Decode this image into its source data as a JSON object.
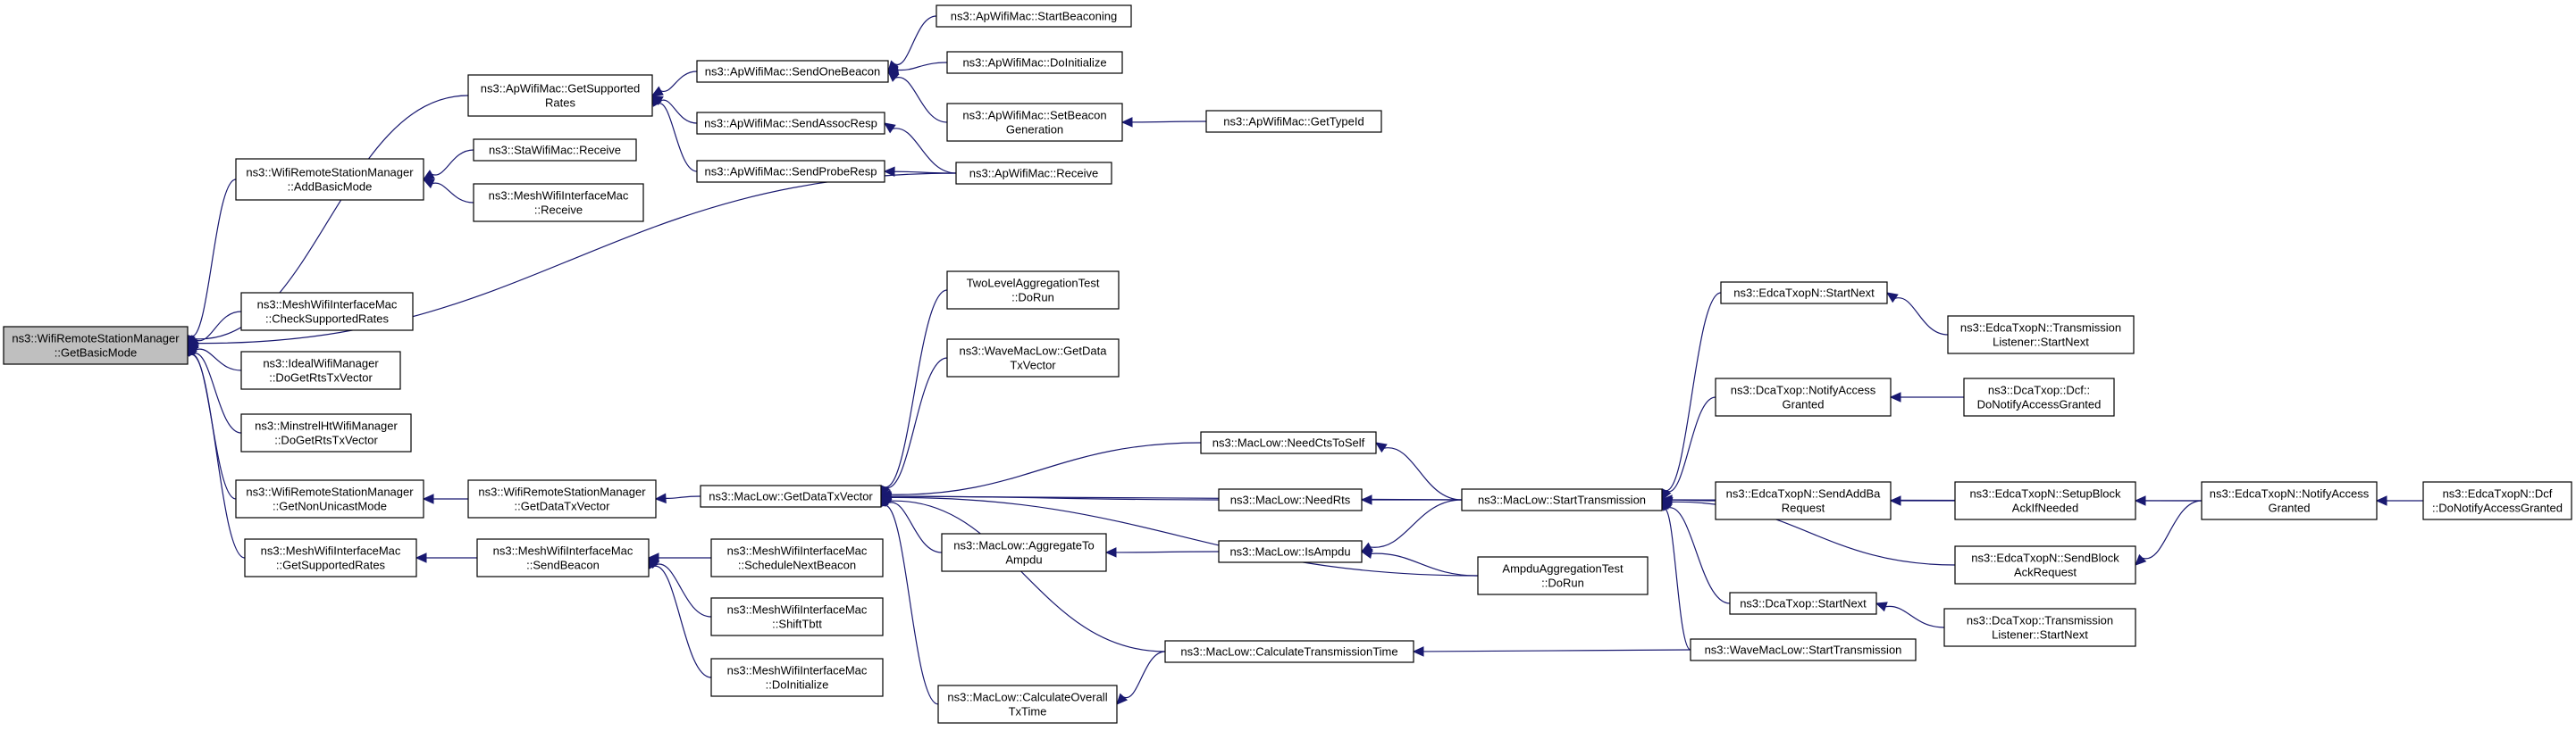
{
  "nodes": [
    {
      "id": "root",
      "lines": [
        "ns3::WifiRemoteStationManager",
        "::GetBasicMode"
      ],
      "root": true
    },
    {
      "id": "ap_getsup",
      "lines": [
        "ns3::ApWifiMac::GetSupported",
        "Rates"
      ]
    },
    {
      "id": "wrsm_addbasic",
      "lines": [
        "ns3::WifiRemoteStationManager",
        "::AddBasicMode"
      ]
    },
    {
      "id": "mesh_checksup",
      "lines": [
        "ns3::MeshWifiInterfaceMac",
        "::CheckSupportedRates"
      ]
    },
    {
      "id": "ideal_dogetrts",
      "lines": [
        "ns3::IdealWifiManager",
        "::DoGetRtsTxVector"
      ]
    },
    {
      "id": "minstrel_dogetrts",
      "lines": [
        "ns3::MinstrelHtWifiManager",
        "::DoGetRtsTxVector"
      ]
    },
    {
      "id": "wrsm_getnonuni",
      "lines": [
        "ns3::WifiRemoteStationManager",
        "::GetNonUnicastMode"
      ]
    },
    {
      "id": "mesh_getsup",
      "lines": [
        "ns3::MeshWifiInterfaceMac",
        "::GetSupportedRates"
      ]
    },
    {
      "id": "ap_sendonebeacon",
      "lines": [
        "ns3::ApWifiMac::SendOneBeacon"
      ]
    },
    {
      "id": "ap_sendassoc",
      "lines": [
        "ns3::ApWifiMac::SendAssocResp"
      ]
    },
    {
      "id": "ap_sendprobe",
      "lines": [
        "ns3::ApWifiMac::SendProbeResp"
      ]
    },
    {
      "id": "ap_startbeacon",
      "lines": [
        "ns3::ApWifiMac::StartBeaconing"
      ]
    },
    {
      "id": "ap_doinit",
      "lines": [
        "ns3::ApWifiMac::DoInitialize"
      ]
    },
    {
      "id": "ap_setbeacongen",
      "lines": [
        "ns3::ApWifiMac::SetBeacon",
        "Generation"
      ]
    },
    {
      "id": "ap_gettypeid",
      "lines": [
        "ns3::ApWifiMac::GetTypeId"
      ]
    },
    {
      "id": "ap_receive",
      "lines": [
        "ns3::ApWifiMac::Receive"
      ]
    },
    {
      "id": "sta_receive",
      "lines": [
        "ns3::StaWifiMac::Receive"
      ]
    },
    {
      "id": "mesh_receive",
      "lines": [
        "ns3::MeshWifiInterfaceMac",
        "::Receive"
      ]
    },
    {
      "id": "wrsm_getdatatx",
      "lines": [
        "ns3::WifiRemoteStationManager",
        "::GetDataTxVector"
      ]
    },
    {
      "id": "mac_getdatatx",
      "lines": [
        "ns3::MacLow::GetDataTxVector"
      ]
    },
    {
      "id": "mesh_sendbeacon",
      "lines": [
        "ns3::MeshWifiInterfaceMac",
        "::SendBeacon"
      ]
    },
    {
      "id": "mesh_schednext",
      "lines": [
        "ns3::MeshWifiInterfaceMac",
        "::ScheduleNextBeacon"
      ]
    },
    {
      "id": "mesh_shifttbtt",
      "lines": [
        "ns3::MeshWifiInterfaceMac",
        "::ShiftTbtt"
      ]
    },
    {
      "id": "mesh_doinit",
      "lines": [
        "ns3::MeshWifiInterfaceMac",
        "::DoInitialize"
      ]
    },
    {
      "id": "twolevel",
      "lines": [
        "TwoLevelAggregationTest",
        "::DoRun"
      ]
    },
    {
      "id": "wave_getdatatx",
      "lines": [
        "ns3::WaveMacLow::GetData",
        "TxVector"
      ]
    },
    {
      "id": "mac_needcts",
      "lines": [
        "ns3::MacLow::NeedCtsToSelf"
      ]
    },
    {
      "id": "mac_needrts",
      "lines": [
        "ns3::MacLow::NeedRts"
      ]
    },
    {
      "id": "mac_aggto",
      "lines": [
        "ns3::MacLow::AggregateTo",
        "Ampdu"
      ]
    },
    {
      "id": "mac_isampdu",
      "lines": [
        "ns3::MacLow::IsAmpdu"
      ]
    },
    {
      "id": "mac_calctx",
      "lines": [
        "ns3::MacLow::CalculateTransmissionTime"
      ]
    },
    {
      "id": "mac_calcoverall",
      "lines": [
        "ns3::MacLow::CalculateOverall",
        "TxTime"
      ]
    },
    {
      "id": "mac_starttx",
      "lines": [
        "ns3::MacLow::StartTransmission"
      ]
    },
    {
      "id": "ampdu_dorun",
      "lines": [
        "AmpduAggregationTest",
        "::DoRun"
      ]
    },
    {
      "id": "wave_starttx",
      "lines": [
        "ns3::WaveMacLow::StartTransmission"
      ]
    },
    {
      "id": "edca_startnext",
      "lines": [
        "ns3::EdcaTxopN::StartNext"
      ]
    },
    {
      "id": "dca_notifyaccess",
      "lines": [
        "ns3::DcaTxop::NotifyAccess",
        "Granted"
      ]
    },
    {
      "id": "edca_sendaddba",
      "lines": [
        "ns3::EdcaTxopN::SendAddBa",
        "Request"
      ]
    },
    {
      "id": "dca_startnext",
      "lines": [
        "ns3::DcaTxop::StartNext"
      ]
    },
    {
      "id": "edca_tl_startnext",
      "lines": [
        "ns3::EdcaTxopN::Transmission",
        "Listener::StartNext"
      ]
    },
    {
      "id": "dca_dcf_donotify",
      "lines": [
        "ns3::DcaTxop::Dcf::",
        "DoNotifyAccessGranted"
      ]
    },
    {
      "id": "edca_setupblock",
      "lines": [
        "ns3::EdcaTxopN::SetupBlock",
        "AckIfNeeded"
      ]
    },
    {
      "id": "edca_sendblockack",
      "lines": [
        "ns3::EdcaTxopN::SendBlock",
        "AckRequest"
      ]
    },
    {
      "id": "dca_tl_startnext",
      "lines": [
        "ns3::DcaTxop::Transmission",
        "Listener::StartNext"
      ]
    },
    {
      "id": "edca_notifyaccess",
      "lines": [
        "ns3::EdcaTxopN::NotifyAccess",
        "Granted"
      ]
    },
    {
      "id": "edca_dcf_donotify",
      "lines": [
        "ns3::EdcaTxopN::Dcf",
        "::DoNotifyAccessGranted"
      ]
    }
  ],
  "edges": [
    {
      "from": "ap_getsup",
      "to": "root"
    },
    {
      "from": "wrsm_addbasic",
      "to": "root"
    },
    {
      "from": "ap_receive",
      "to": "root"
    },
    {
      "from": "mesh_checksup",
      "to": "root"
    },
    {
      "from": "ideal_dogetrts",
      "to": "root"
    },
    {
      "from": "minstrel_dogetrts",
      "to": "root"
    },
    {
      "from": "wrsm_getnonuni",
      "to": "root"
    },
    {
      "from": "mesh_getsup",
      "to": "root"
    },
    {
      "from": "ap_sendonebeacon",
      "to": "ap_getsup"
    },
    {
      "from": "ap_sendassoc",
      "to": "ap_getsup"
    },
    {
      "from": "ap_sendprobe",
      "to": "ap_getsup"
    },
    {
      "from": "ap_startbeacon",
      "to": "ap_sendonebeacon"
    },
    {
      "from": "ap_doinit",
      "to": "ap_sendonebeacon"
    },
    {
      "from": "ap_setbeacongen",
      "to": "ap_sendonebeacon"
    },
    {
      "from": "ap_gettypeid",
      "to": "ap_setbeacongen"
    },
    {
      "from": "ap_receive",
      "to": "ap_sendassoc"
    },
    {
      "from": "ap_receive",
      "to": "ap_sendprobe"
    },
    {
      "from": "sta_receive",
      "to": "wrsm_addbasic"
    },
    {
      "from": "mesh_receive",
      "to": "wrsm_addbasic"
    },
    {
      "from": "wrsm_getdatatx",
      "to": "wrsm_getnonuni"
    },
    {
      "from": "mac_getdatatx",
      "to": "wrsm_getdatatx"
    },
    {
      "from": "mesh_sendbeacon",
      "to": "mesh_getsup"
    },
    {
      "from": "mesh_schednext",
      "to": "mesh_sendbeacon"
    },
    {
      "from": "mesh_shifttbtt",
      "to": "mesh_sendbeacon"
    },
    {
      "from": "mesh_doinit",
      "to": "mesh_sendbeacon"
    },
    {
      "from": "twolevel",
      "to": "mac_getdatatx"
    },
    {
      "from": "wave_getdatatx",
      "to": "mac_getdatatx"
    },
    {
      "from": "mac_needcts",
      "to": "mac_getdatatx"
    },
    {
      "from": "mac_needrts",
      "to": "mac_getdatatx"
    },
    {
      "from": "mac_aggto",
      "to": "mac_getdatatx"
    },
    {
      "from": "mac_starttx",
      "to": "mac_getdatatx"
    },
    {
      "from": "ampdu_dorun",
      "to": "mac_getdatatx"
    },
    {
      "from": "mac_calctx",
      "to": "mac_getdatatx"
    },
    {
      "from": "mac_calcoverall",
      "to": "mac_getdatatx"
    },
    {
      "from": "mac_starttx",
      "to": "mac_needcts"
    },
    {
      "from": "mac_starttx",
      "to": "mac_needrts"
    },
    {
      "from": "mac_isampdu",
      "to": "mac_aggto"
    },
    {
      "from": "mac_starttx",
      "to": "mac_isampdu"
    },
    {
      "from": "ampdu_dorun",
      "to": "mac_isampdu"
    },
    {
      "from": "wave_starttx",
      "to": "mac_calctx"
    },
    {
      "from": "mac_calctx",
      "to": "mac_calcoverall"
    },
    {
      "from": "edca_startnext",
      "to": "mac_starttx"
    },
    {
      "from": "dca_notifyaccess",
      "to": "mac_starttx"
    },
    {
      "from": "edca_notifyaccess",
      "to": "mac_starttx"
    },
    {
      "from": "edca_sendaddba",
      "to": "mac_starttx"
    },
    {
      "from": "edca_sendblockack",
      "to": "mac_starttx"
    },
    {
      "from": "dca_startnext",
      "to": "mac_starttx"
    },
    {
      "from": "wave_starttx",
      "to": "mac_starttx"
    },
    {
      "from": "edca_tl_startnext",
      "to": "edca_startnext"
    },
    {
      "from": "dca_dcf_donotify",
      "to": "dca_notifyaccess"
    },
    {
      "from": "edca_setupblock",
      "to": "edca_sendaddba"
    },
    {
      "from": "dca_tl_startnext",
      "to": "dca_startnext"
    },
    {
      "from": "edca_notifyaccess",
      "to": "edca_setupblock"
    },
    {
      "from": "edca_notifyaccess",
      "to": "edca_sendblockack"
    },
    {
      "from": "edca_dcf_donotify",
      "to": "edca_notifyaccess"
    }
  ]
}
